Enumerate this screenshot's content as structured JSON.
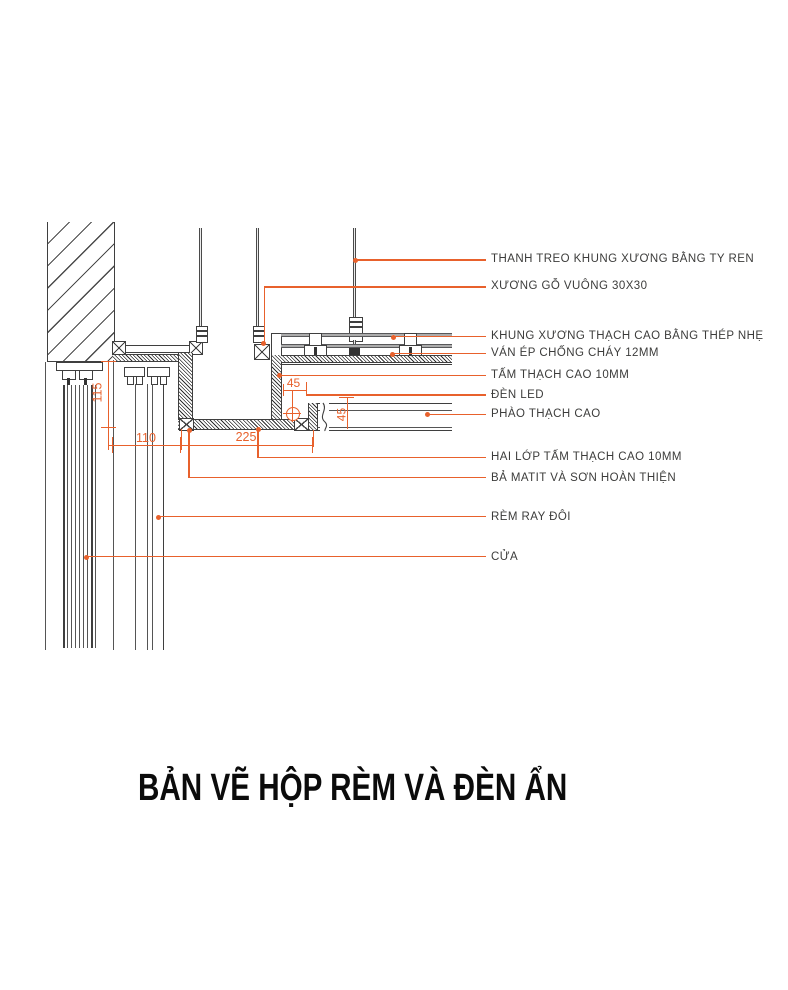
{
  "drawing": {
    "title": "BẢN VẼ HỘP RÈM VÀ ĐÈN ẨN",
    "type": "architectural-section-detail"
  },
  "colors": {
    "accent_orange": "#e8612c",
    "line_dark": "#3f3f3f",
    "runner_gray": "#58585a",
    "label_text": "#3c3c3b",
    "title_text": "#0b0b0b"
  },
  "callouts": {
    "items": [
      {
        "text": "THANH TREO KHUNG XƯƠNG BẰNG TY REN"
      },
      {
        "text": "XƯƠNG GỖ VUÔNG 30X30"
      },
      {
        "text": "KHUNG XƯƠNG THẠCH CAO BẰNG THÉP NHẸ"
      },
      {
        "text": "VÁN ÉP CHỐNG CHÁY 12MM"
      },
      {
        "text": "TẤM THẠCH CAO 10MM"
      },
      {
        "text": "ĐÈN LED"
      },
      {
        "text": "PHÀO THẠCH CAO"
      },
      {
        "text": "HAI LỚP TẤM THẠCH CAO 10MM"
      },
      {
        "text": "BẢ MATIT VÀ SƠN HOÀN THIỆN"
      },
      {
        "text": "RÈM RAY ĐÔI"
      },
      {
        "text": "CỬA"
      }
    ]
  },
  "dimensions": {
    "box_height": "115",
    "curtain_zone_width": "110",
    "box_width": "225",
    "led_offset": "45",
    "ledge_height": "45"
  }
}
